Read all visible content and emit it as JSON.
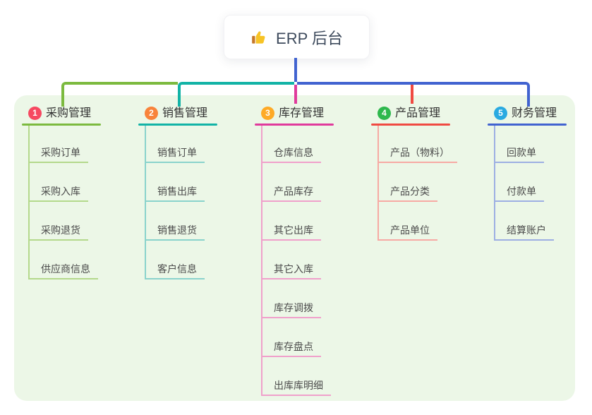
{
  "root": {
    "label": "ERP 后台",
    "icon": "thumbs-up-icon"
  },
  "colors": {
    "panel_bg": "#ecf7e7",
    "root_text": "#3d4a5c",
    "title_text": "#333333",
    "child_text": "#4b4b4b",
    "root_connector": "#4163d0"
  },
  "branches": [
    {
      "num": "1",
      "title": "采购管理",
      "badge_color": "#f64860",
      "accent": "#7cba3f",
      "light": "#b4d98c",
      "children": [
        "采购订单",
        "采购入库",
        "采购退货",
        "供应商信息"
      ]
    },
    {
      "num": "2",
      "title": "销售管理",
      "badge_color": "#f8833b",
      "accent": "#12b3a6",
      "light": "#8ad3cc",
      "children": [
        "销售订单",
        "销售出库",
        "销售退货",
        "客户信息"
      ]
    },
    {
      "num": "3",
      "title": "库存管理",
      "badge_color": "#feaa26",
      "accent": "#e03a9c",
      "light": "#f0a0cb",
      "children": [
        "仓库信息",
        "产品库存",
        "其它出库",
        "其它入库",
        "库存调拨",
        "库存盘点",
        "出库库明细"
      ]
    },
    {
      "num": "4",
      "title": "产品管理",
      "badge_color": "#2eb84d",
      "accent": "#f04a42",
      "light": "#f7aaa4",
      "children": [
        "产品（物料）",
        "产品分类",
        "产品单位"
      ]
    },
    {
      "num": "5",
      "title": "财务管理",
      "badge_color": "#2aaae1",
      "accent": "#4163d0",
      "light": "#9dafe3",
      "children": [
        "回款单",
        "付款单",
        "结算账户"
      ]
    }
  ]
}
